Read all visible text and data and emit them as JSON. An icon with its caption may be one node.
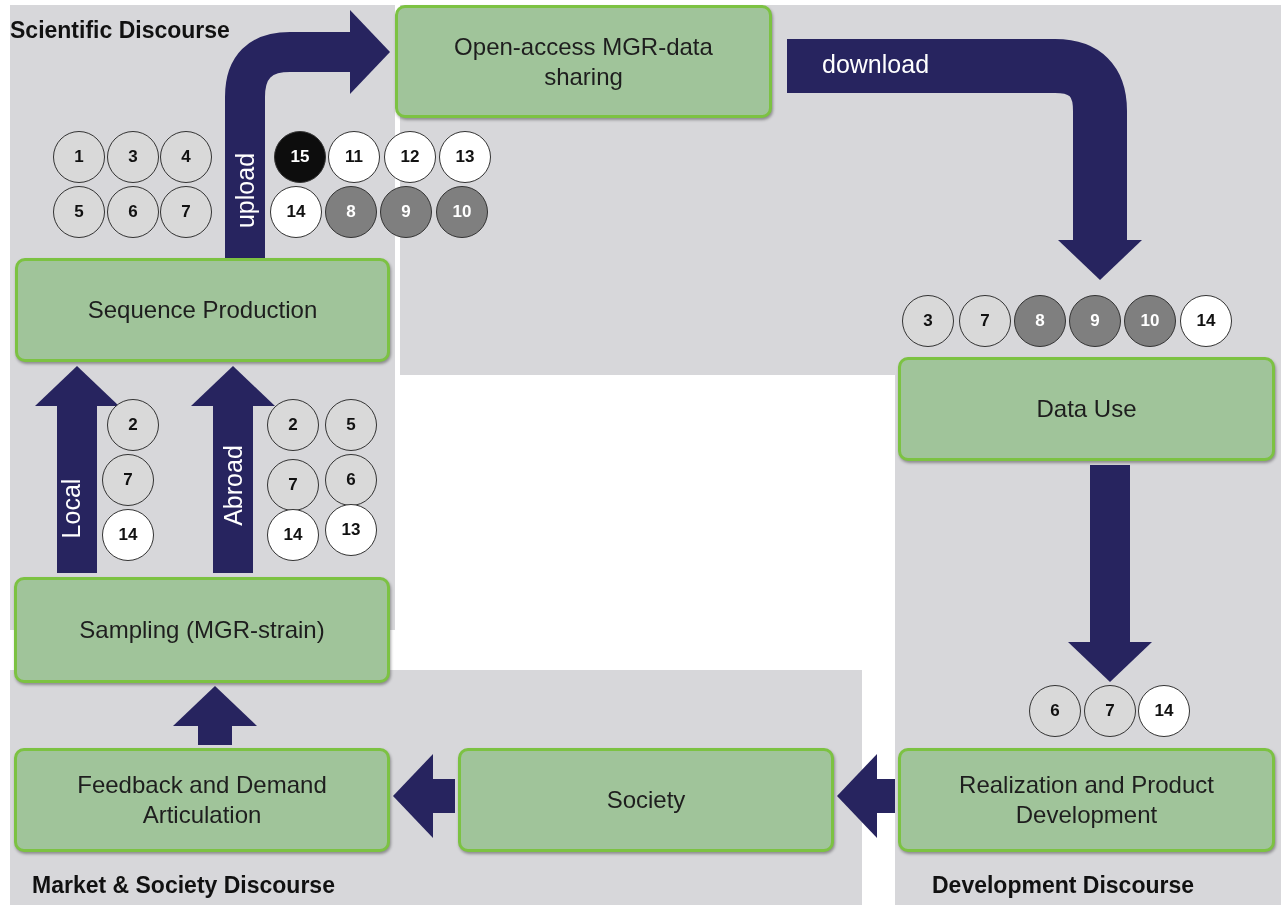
{
  "diagram": {
    "nodes": [
      {
        "text": [
          "Scientific Discourse"
        ]
      },
      {
        "text": [
          "Open-access MGR-data sharing"
        ],
        "in": 0
      },
      {
        "text": [
          "1"
        ],
        "in": 0
      },
      {
        "text": [
          "3"
        ],
        "in": 0
      },
      {
        "text": [
          "4"
        ],
        "in": 0
      },
      {
        "text": [
          "5"
        ],
        "in": 0
      },
      {
        "text": [
          "6"
        ],
        "in": 0
      },
      {
        "text": [
          "7"
        ],
        "in": 0
      },
      {
        "text": [
          "15"
        ],
        "in": 0
      },
      {
        "text": [
          "11"
        ],
        "in": 0
      },
      {
        "text": [
          "12"
        ],
        "in": 0
      },
      {
        "text": [
          "13"
        ],
        "in": 0
      },
      {
        "text": [
          "14"
        ],
        "in": 0
      },
      {
        "text": [
          "8"
        ],
        "in": 0
      },
      {
        "text": [
          "9"
        ],
        "in": 0
      },
      {
        "text": [
          "10"
        ],
        "in": 0
      },
      {
        "text": [
          "Sequence Production"
        ],
        "in": 0
      },
      {
        "text": [
          "2"
        ],
        "in": 0
      },
      {
        "text": [
          "7"
        ],
        "in": 0
      },
      {
        "text": [
          "14"
        ],
        "in": 0
      },
      {
        "text": [
          "2"
        ],
        "in": 0
      },
      {
        "text": [
          "5"
        ],
        "in": 0
      },
      {
        "text": [
          "7"
        ],
        "in": 0
      },
      {
        "text": [
          "6"
        ],
        "in": 0
      },
      {
        "text": [
          "14"
        ],
        "in": 0
      },
      {
        "text": [
          "13"
        ],
        "in": 0
      },
      {
        "text": [
          "3"
        ],
        "in": 0
      },
      {
        "text": [
          "7"
        ],
        "in": 0
      },
      {
        "text": [
          "8"
        ],
        "in": 0
      },
      {
        "text": [
          "9"
        ],
        "in": 0
      },
      {
        "text": [
          "10"
        ],
        "in": 0
      },
      {
        "text": [
          "14"
        ],
        "in": 0
      },
      {
        "text": [
          "Development Discourse"
        ]
      },
      {
        "text": [
          "Data Use"
        ],
        "in": 32
      },
      {
        "text": [
          "6"
        ],
        "in": 32
      },
      {
        "text": [
          "7"
        ],
        "in": 32
      },
      {
        "text": [
          "14"
        ],
        "in": 32
      },
      {
        "text": [
          "Realization and Product Development"
        ],
        "in": 32
      },
      {
        "text": [
          "Market & Society Discourse"
        ]
      },
      {
        "text": [
          "Feedback and Demand Articulation"
        ],
        "in": 38
      },
      {
        "text": [
          "Society"
        ],
        "in": 38
      },
      {
        "text": [
          "Sampling (MGR-strain)"
        ]
      }
    ],
    "edges": [
      {
        "from": 16,
        "to": 1,
        "arrow": "to",
        "label": "upload"
      },
      {
        "from": 1,
        "to": 33,
        "arrow": "to",
        "label": "download"
      },
      {
        "from": 41,
        "to": 16,
        "arrow": "to",
        "label": "Local"
      },
      {
        "from": 41,
        "to": 16,
        "arrow": "to",
        "label": "Abroad"
      },
      {
        "from": 33,
        "to": 37,
        "arrow": "to"
      },
      {
        "from": 37,
        "to": 40,
        "arrow": "to"
      },
      {
        "from": 40,
        "to": 39,
        "arrow": "to"
      },
      {
        "from": 39,
        "to": 41,
        "arrow": "to"
      }
    ]
  }
}
